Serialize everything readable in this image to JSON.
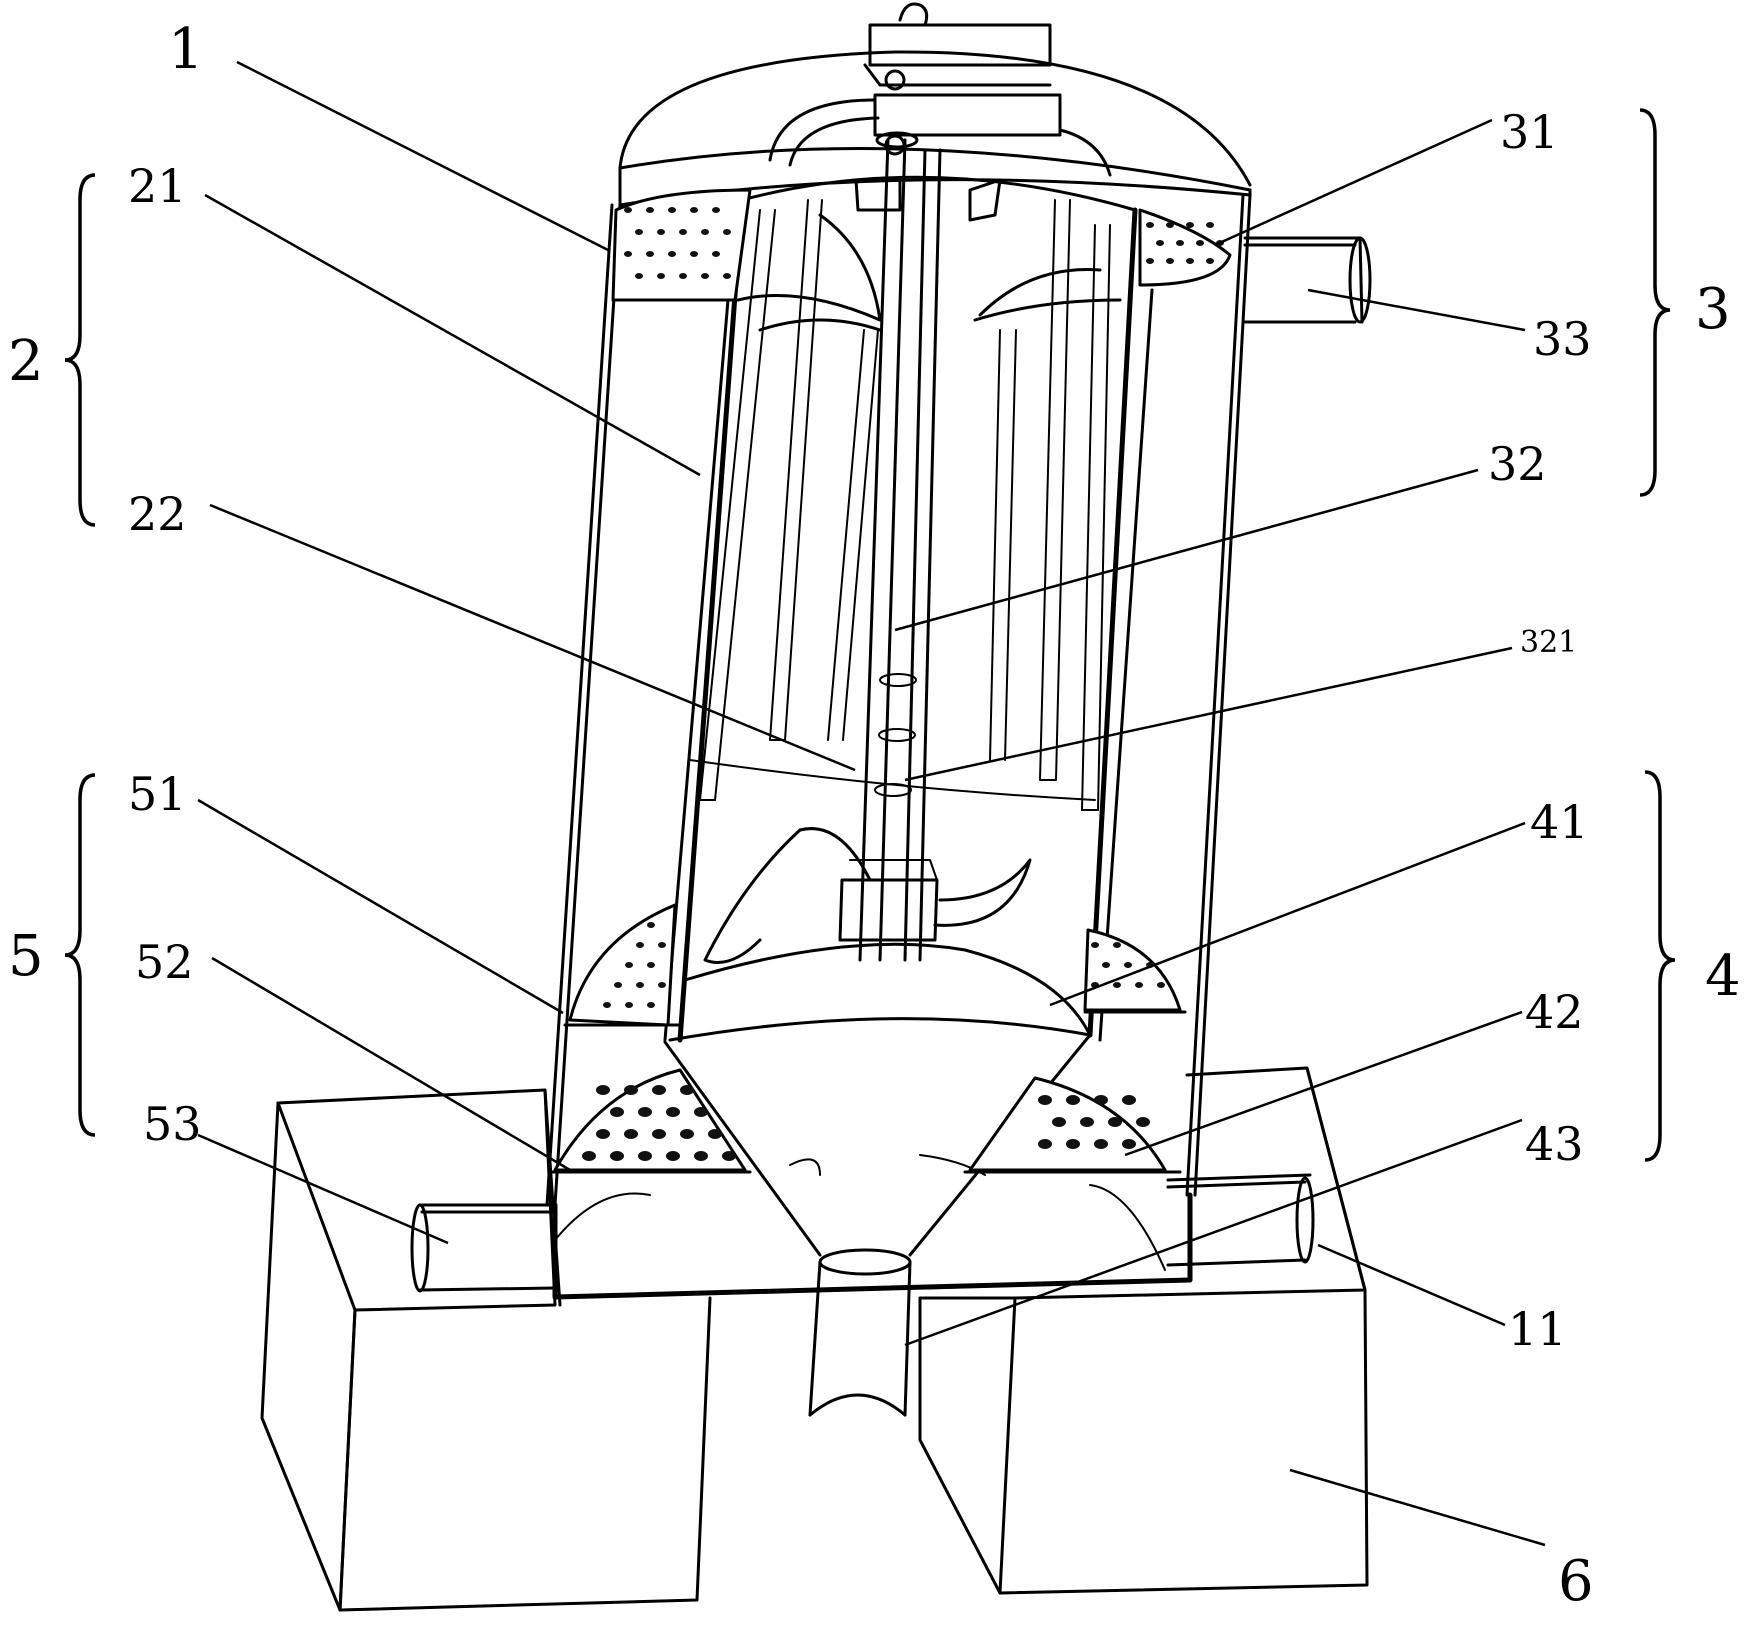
{
  "labels": {
    "l1": "1",
    "l2": "2",
    "l21": "21",
    "l22": "22",
    "l3": "3",
    "l31": "31",
    "l32": "32",
    "l321": "321",
    "l33": "33",
    "l4": "4",
    "l41": "41",
    "l42": "42",
    "l43": "43",
    "l5": "5",
    "l51": "51",
    "l52": "52",
    "l53": "53",
    "l6": "6",
    "l11": "11"
  }
}
